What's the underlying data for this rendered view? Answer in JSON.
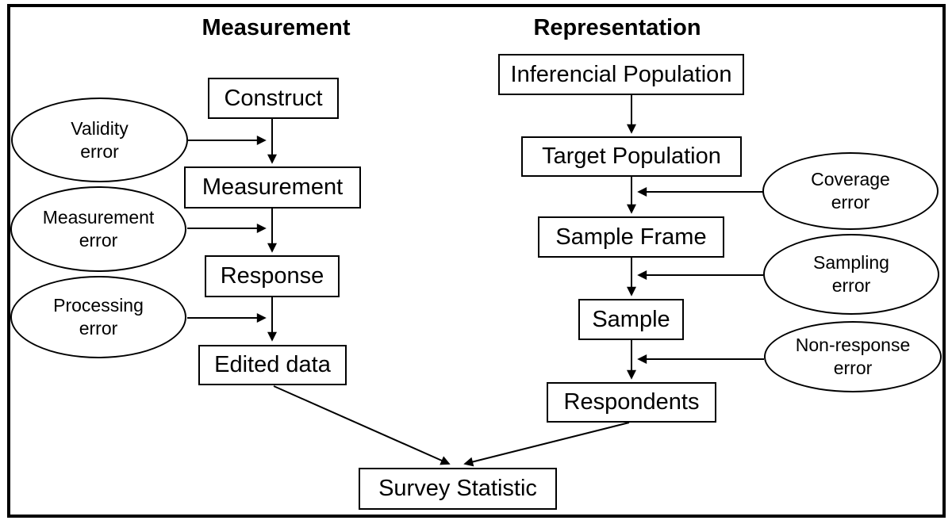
{
  "columns": {
    "measurement": {
      "title": "Measurement",
      "boxes": [
        "Construct",
        "Measurement",
        "Response",
        "Edited data"
      ],
      "errors": [
        [
          "Validity",
          "error"
        ],
        [
          "Measurement",
          "error"
        ],
        [
          "Processing",
          "error"
        ]
      ]
    },
    "representation": {
      "title": "Representation",
      "boxes": [
        "Inferencial Population",
        "Target Population",
        "Sample Frame",
        "Sample",
        "Respondents"
      ],
      "errors": [
        [
          "Coverage",
          "error"
        ],
        [
          "Sampling",
          "error"
        ],
        [
          "Non-response",
          "error"
        ]
      ]
    }
  },
  "result_box": "Survey Statistic",
  "colors": {
    "stroke": "#000000",
    "background": "#ffffff"
  }
}
